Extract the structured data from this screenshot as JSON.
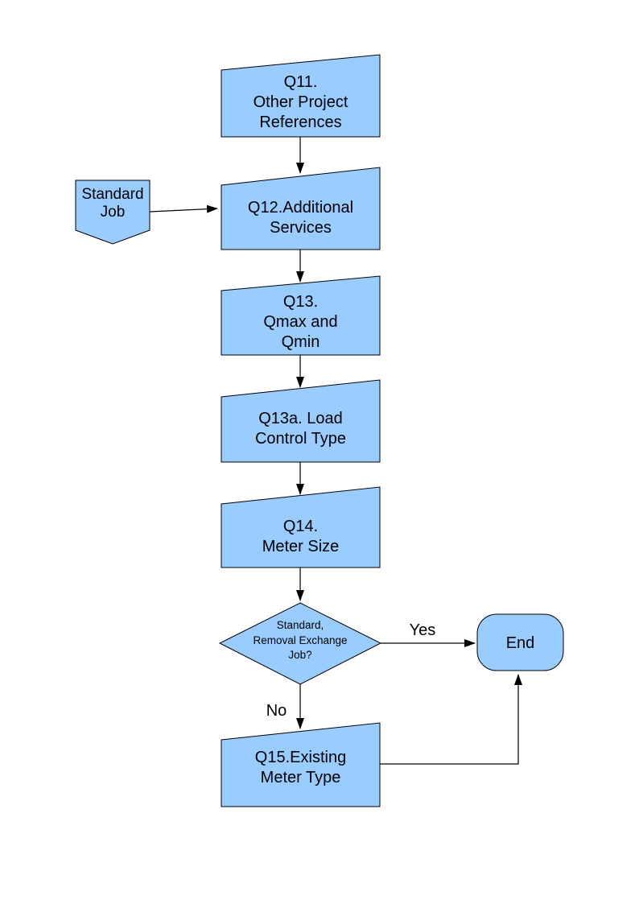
{
  "page": {
    "background": "#ffffff",
    "title": "Meter questionnaire flowchart"
  },
  "colors": {
    "node_fill": "#99ccff",
    "node_border": "#000000",
    "connector": "#000000",
    "text": "#000000"
  },
  "flowchart": {
    "nodes": {
      "q11": {
        "shape": "manual-input",
        "label": "Q11.\nOther Project\nReferences"
      },
      "standard_job": {
        "shape": "off-page-connector",
        "label": "Standard\nJob"
      },
      "q12": {
        "shape": "manual-input",
        "label": "Q12.Additional\nServices"
      },
      "q13": {
        "shape": "manual-input",
        "label": "Q13.\nQmax and\nQmin"
      },
      "q13a": {
        "shape": "manual-input",
        "label": "Q13a. Load\nControl Type"
      },
      "q14": {
        "shape": "manual-input",
        "label": "Q14.\nMeter Size"
      },
      "decision": {
        "shape": "decision-diamond",
        "label": "Standard,\nRemoval Exchange\nJob?"
      },
      "end": {
        "shape": "terminator",
        "label": "End"
      },
      "q15": {
        "shape": "manual-input",
        "label": "Q15.Existing\nMeter Type"
      }
    },
    "edge_labels": {
      "yes": "Yes",
      "no": "No"
    }
  }
}
